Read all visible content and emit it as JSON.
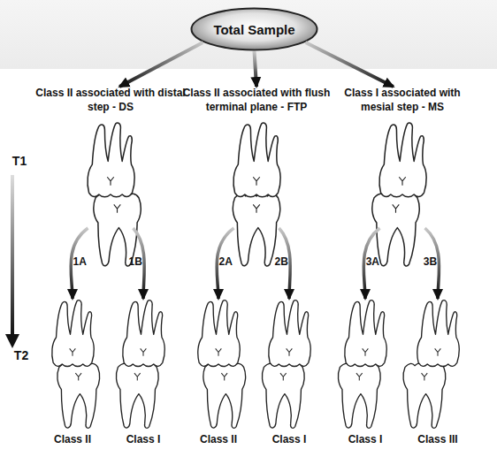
{
  "diagram": {
    "nodes": [
      {
        "text": [
          "Total Sample"
        ]
      },
      {
        "text": [
          "Class II associated with distal step - DS"
        ]
      },
      {
        "text": [
          "Class II associated with flush terminal plane - FTP"
        ]
      },
      {
        "text": [
          "Class I associated with mesial step - MS"
        ]
      },
      {
        "text": [
          "Class II"
        ]
      },
      {
        "text": [
          "Class I"
        ]
      },
      {
        "text": [
          "Class II"
        ]
      },
      {
        "text": [
          "Class I"
        ]
      },
      {
        "text": [
          "Class I"
        ]
      },
      {
        "text": [
          "Class III"
        ]
      }
    ],
    "edges": [
      {
        "from": 0,
        "to": 1,
        "arrow": "to"
      },
      {
        "from": 0,
        "to": 2,
        "arrow": "to"
      },
      {
        "from": 0,
        "to": 3,
        "arrow": "to"
      },
      {
        "from": 1,
        "to": 4,
        "label": "1A",
        "arrow": "to"
      },
      {
        "from": 1,
        "to": 5,
        "label": "1B",
        "arrow": "to"
      },
      {
        "from": 2,
        "to": 6,
        "label": "2A",
        "arrow": "to"
      },
      {
        "from": 2,
        "to": 7,
        "label": "2B",
        "arrow": "to"
      },
      {
        "from": 3,
        "to": 8,
        "label": "3A",
        "arrow": "to"
      },
      {
        "from": 3,
        "to": 9,
        "label": "3B",
        "arrow": "to"
      }
    ],
    "labels": [
      "T1",
      "T2"
    ]
  }
}
